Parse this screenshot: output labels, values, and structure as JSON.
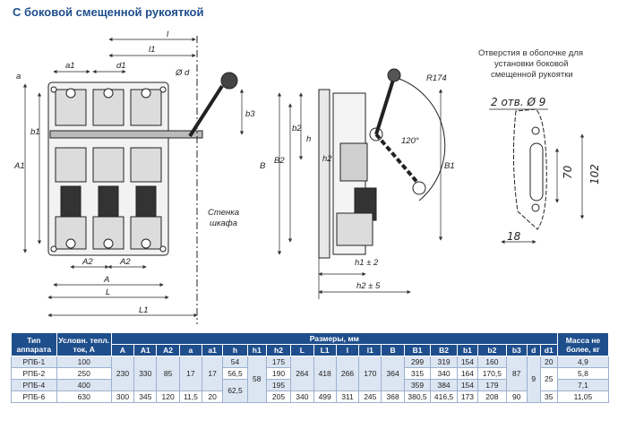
{
  "title": "С боковой смещенной рукояткой",
  "drawing": {
    "front_labels": {
      "a": "a",
      "a1": "a1",
      "d1": "d1",
      "d": "Ø d",
      "l": "l",
      "l1": "l1",
      "b1": "b1",
      "A1": "A1",
      "b3": "b3",
      "A2_left": "A2",
      "A2_right": "A2",
      "A": "A",
      "L": "L",
      "L1": "L1"
    },
    "wall_label_1": "Стенка",
    "wall_label_2": "шкафа",
    "side_labels": {
      "R174": "R174",
      "angle": "120°",
      "b2": "b2",
      "h": "h",
      "h2": "h2",
      "B": "B",
      "B2": "B2",
      "B1": "B1",
      "h1": "h1 ± 2",
      "h2_tol": "h2 ± 5"
    },
    "hole_note": [
      "Отверстия в оболочке для",
      "установки боковой",
      "смещенной рукоятки"
    ],
    "hole_labels": {
      "holes": "2 отв. Ø 9",
      "dim70": "70",
      "dim102": "102",
      "dim18": "18"
    }
  },
  "table": {
    "head1": [
      "Тип аппарата",
      "Условн. тепл. ток, А",
      "Размеры, мм",
      "Масса не более, кг"
    ],
    "dims": [
      "A",
      "A1",
      "A2",
      "a",
      "a1",
      "h",
      "h1",
      "h2",
      "L",
      "L1",
      "l",
      "l1",
      "B",
      "B1",
      "B2",
      "b1",
      "b2",
      "b3",
      "d",
      "d1"
    ],
    "rows": [
      {
        "type": "РПБ-1",
        "current": "100",
        "h": "54",
        "h2": "175",
        "B1": "299",
        "B2": "319",
        "b1": "154",
        "b2": "160",
        "d1": "20",
        "mass": "4,9"
      },
      {
        "type": "РПБ-2",
        "current": "250",
        "h": "56,5",
        "h2": "190",
        "L": "264",
        "L1": "418",
        "l": "266",
        "l1": "170",
        "B": "364",
        "B1": "315",
        "B2": "340",
        "b1": "164",
        "b2": "170,5",
        "mass": "5,8"
      },
      {
        "type": "РПБ-4",
        "current": "400",
        "h2": "195",
        "B1": "359",
        "B2": "384",
        "b1": "154",
        "b2": "179",
        "mass": "7,1"
      },
      {
        "type": "РПБ-6",
        "current": "630",
        "A": "300",
        "A1": "345",
        "A2": "120",
        "a": "11,5",
        "a1": "20",
        "h2": "205",
        "L": "340",
        "L1": "499",
        "l": "311",
        "l1": "245",
        "B": "368",
        "B1": "380,5",
        "B2": "416,5",
        "b1": "173",
        "b2": "208",
        "b3": "90",
        "d1": "35",
        "mass": "11,05"
      }
    ],
    "merged": {
      "A": "230",
      "A1": "330",
      "A2": "85",
      "a": "17",
      "a1": "17",
      "h_46": "62,5",
      "h1": "58",
      "b3": "87",
      "d": "9",
      "d1": "25"
    }
  }
}
